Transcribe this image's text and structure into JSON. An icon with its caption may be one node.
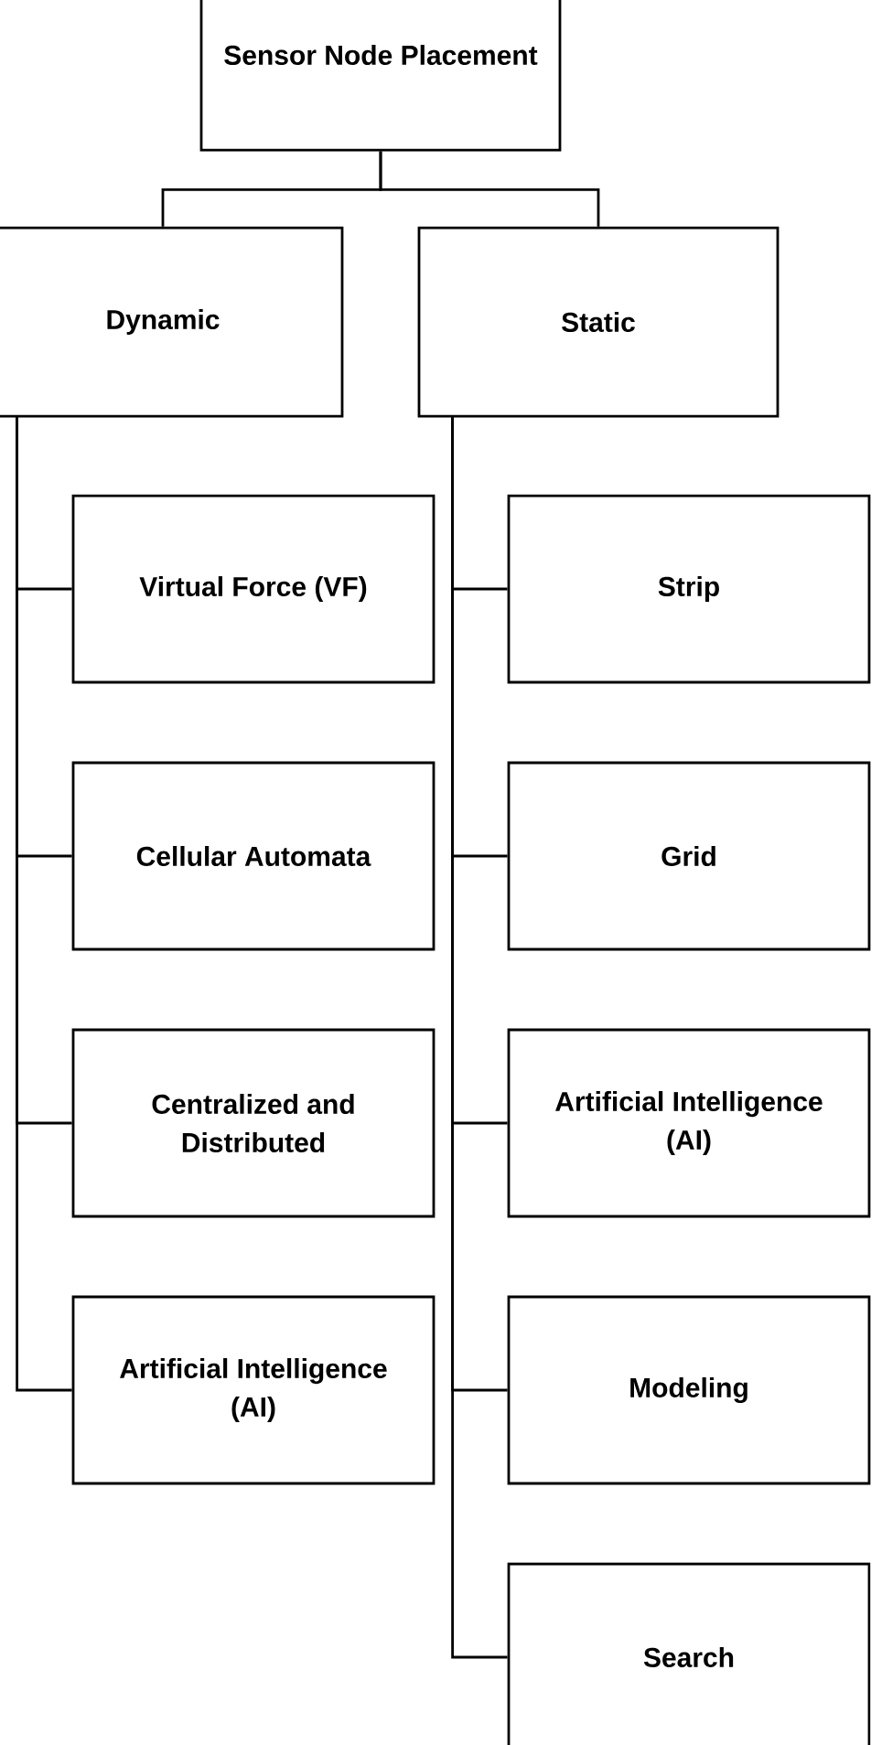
{
  "diagram": {
    "nodes": [
      {
        "text": [
          "Sensor Node Placement"
        ]
      },
      {
        "text": [
          "Dynamic"
        ]
      },
      {
        "text": [
          "Static"
        ]
      },
      {
        "text": [
          "Virtual Force (VF)"
        ]
      },
      {
        "text": [
          "Cellular Automata"
        ]
      },
      {
        "text": [
          "Centralized and Distributed"
        ]
      },
      {
        "text": [
          "Artificial Intelligence (AI)"
        ]
      },
      {
        "text": [
          "Strip"
        ]
      },
      {
        "text": [
          "Grid"
        ]
      },
      {
        "text": [
          "Artificial Intelligence (AI)"
        ]
      },
      {
        "text": [
          "Modeling"
        ]
      },
      {
        "text": [
          "Search"
        ]
      }
    ],
    "edges": [
      {
        "from": 0,
        "to": 1,
        "arrow": "none"
      },
      {
        "from": 0,
        "to": 2,
        "arrow": "none"
      },
      {
        "from": 1,
        "to": 3,
        "arrow": "none"
      },
      {
        "from": 1,
        "to": 4,
        "arrow": "none"
      },
      {
        "from": 1,
        "to": 5,
        "arrow": "none"
      },
      {
        "from": 1,
        "to": 6,
        "arrow": "none"
      },
      {
        "from": 2,
        "to": 7,
        "arrow": "none"
      },
      {
        "from": 2,
        "to": 8,
        "arrow": "none"
      },
      {
        "from": 2,
        "to": 9,
        "arrow": "none"
      },
      {
        "from": 2,
        "to": 10,
        "arrow": "none"
      },
      {
        "from": 2,
        "to": 11,
        "arrow": "none"
      }
    ]
  }
}
